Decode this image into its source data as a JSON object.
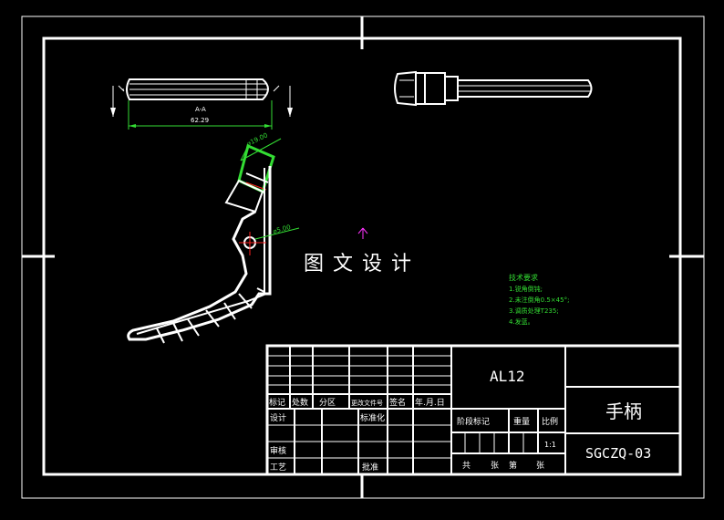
{
  "watermark": "图文设计",
  "views": {
    "section_label": "A-A",
    "width_dim": "62.29",
    "slot_dim": "⌀19.00",
    "hole_dim": "⌀5.00"
  },
  "tech_notes": {
    "title": "技术要求",
    "items": [
      "1.锐角倒钝;",
      "2.未注倒角0.5×45°;",
      "3.调质处理T235;",
      "4.发蓝。"
    ]
  },
  "title_block": {
    "material": "AL12",
    "part_name": "手柄",
    "drawing_no": "SGCZQ-03",
    "rev_headers": [
      "标记",
      "处数",
      "分区",
      "更改文件号",
      "签名",
      "年.月.日"
    ],
    "labels": {
      "design": "设计",
      "standardize": "标准化",
      "review": "审核",
      "process": "工艺",
      "approve": "批准",
      "stage_mark": "阶段标记",
      "weight": "重量",
      "scale": "比例",
      "scale_value": "1:1",
      "sheet_total": "共",
      "sheet_unit": "张",
      "sheet_no": "第",
      "sheet_unit2": "张"
    }
  },
  "colors": {
    "background": "#000000",
    "line": "#ffffff",
    "dimension": "#33dd33",
    "centerline": "#ff2020",
    "cursor": "#ff33ff"
  }
}
